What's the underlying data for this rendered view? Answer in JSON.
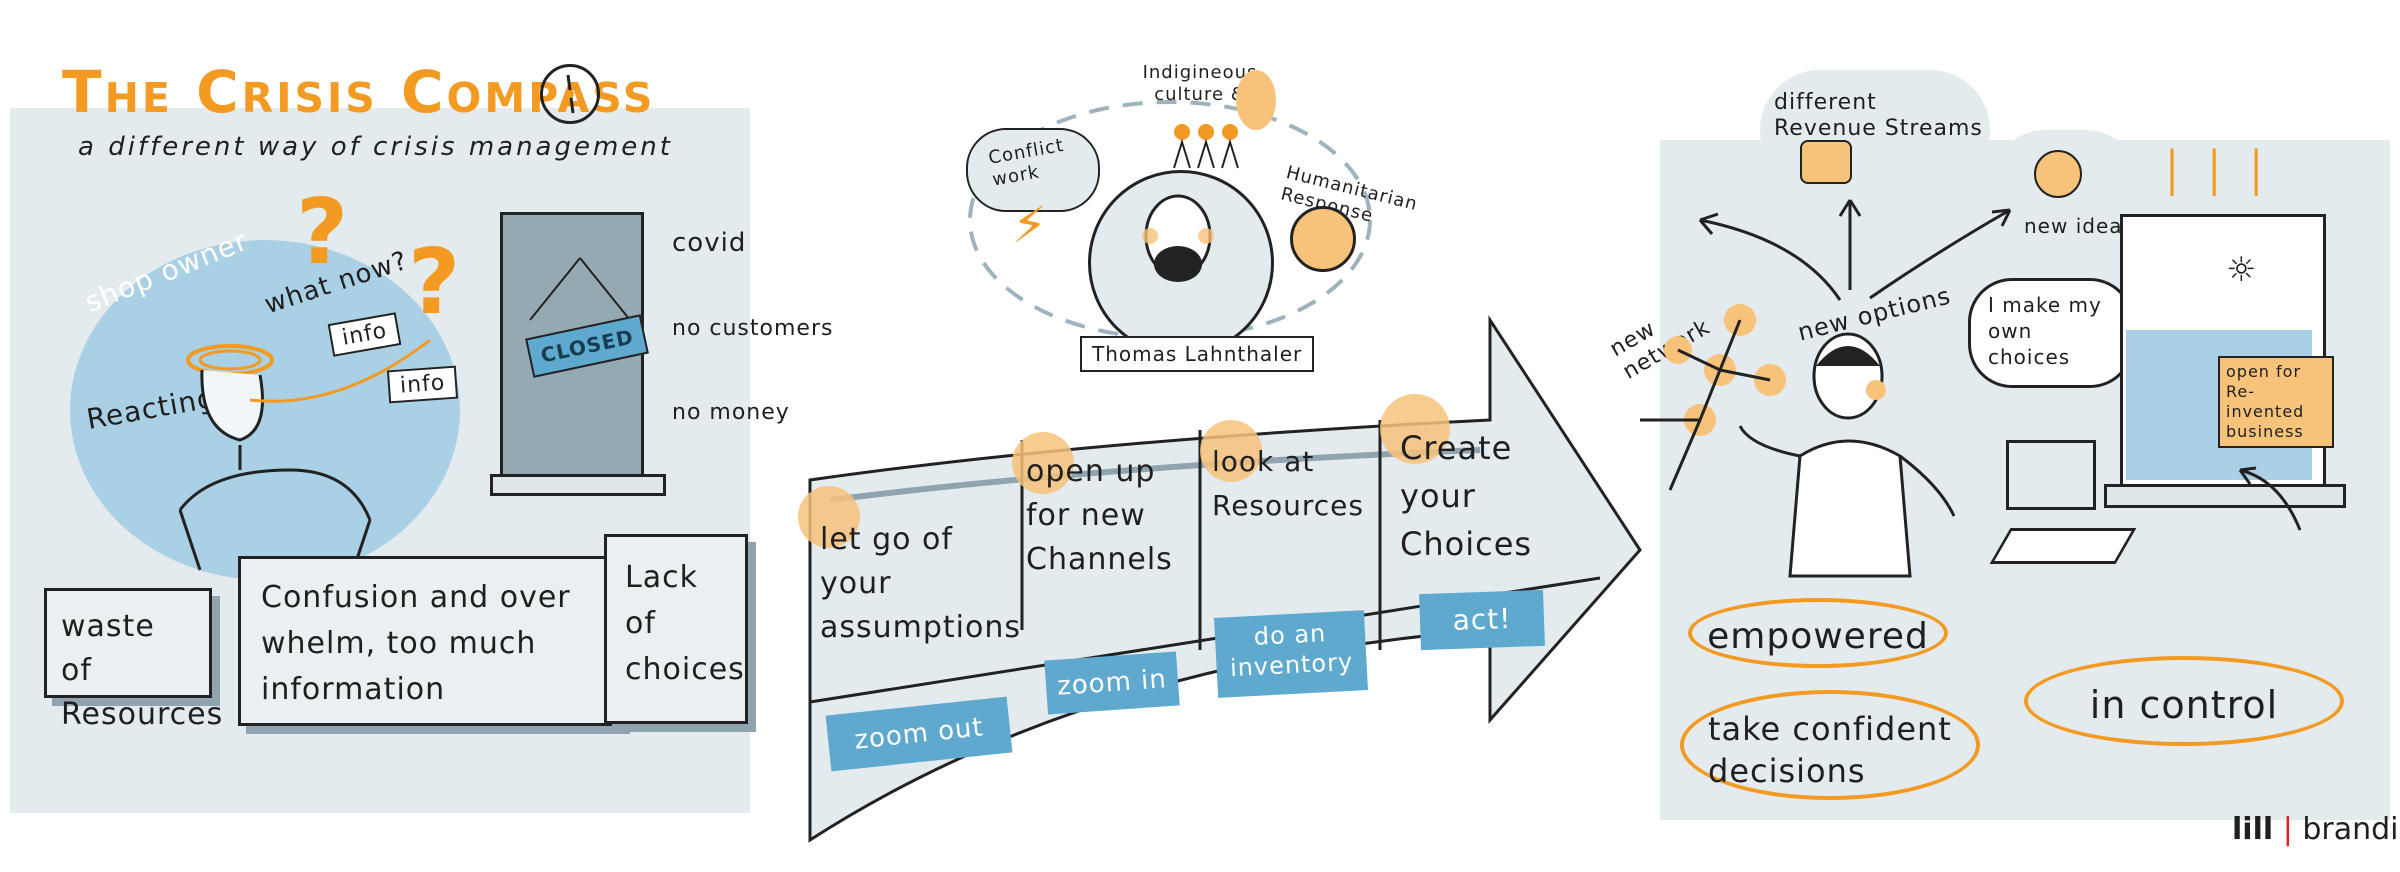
{
  "header": {
    "title": "The Crisis Compass",
    "subtitle": "a different way of crisis management"
  },
  "left_panel": {
    "shop_owner": "shop owner",
    "what_now": "what now?",
    "reacting": "Reacting",
    "info_1": "info",
    "info_2": "info",
    "closed_sign": "CLOSED",
    "reasons": [
      "covid",
      "no customers",
      "no money"
    ],
    "boxes": [
      "waste of Resources",
      "Confusion and over whelm, too much information",
      "Lack of choices"
    ]
  },
  "middle_panel": {
    "portrait_name": "Thomas Lahnthaler",
    "bubbles": {
      "conflict": "Conflict work",
      "indigenous": "Indigineous culture &",
      "humanitarian": "Humanitarian Response"
    },
    "steps": [
      {
        "text": "let go of your assumptions",
        "action": "zoom out"
      },
      {
        "text": "open up for new Channels",
        "action": "zoom in"
      },
      {
        "text": "look at Resources",
        "action": "do an inventory"
      },
      {
        "text": "Create your Choices",
        "action": "act!"
      }
    ]
  },
  "right_panel": {
    "revenue": "different Revenue Streams",
    "new_ideas": "new ideas",
    "new_network": "new network",
    "new_options": "new options",
    "speech": "I make my own choices",
    "door_sign": "open for Re-invented business",
    "outcomes": [
      "empowered",
      "take confident decisions",
      "in control"
    ]
  },
  "footer": {
    "brand_left": "lill",
    "brand_right": "branding"
  },
  "colors": {
    "orange": "#f29a22",
    "blue": "#5fa9cf",
    "panel": "#e4ebee",
    "light_blue": "#a9d0e4"
  }
}
